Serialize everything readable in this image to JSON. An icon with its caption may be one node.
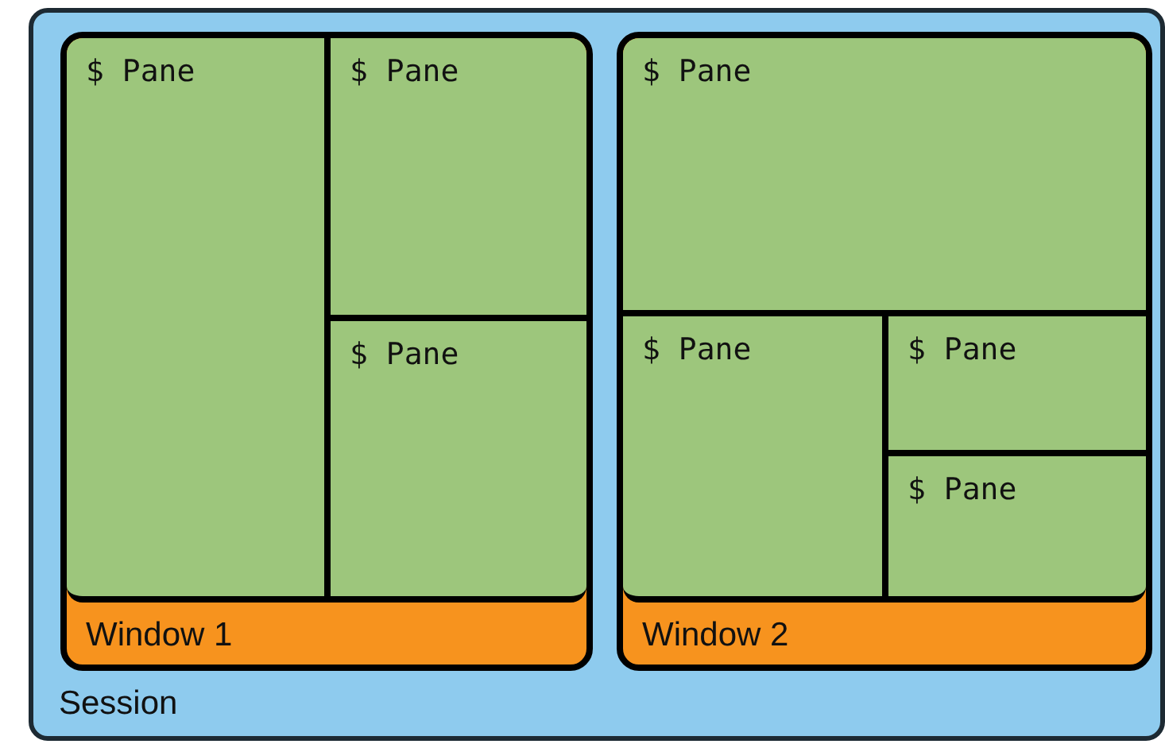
{
  "diagram": {
    "nodes": [
      {
        "text": [
          "Session"
        ]
      },
      {
        "text": [
          "Window 1"
        ],
        "in": 0
      },
      {
        "text": [
          "$ Pane"
        ],
        "in": 1
      },
      {
        "text": [
          "$ Pane"
        ],
        "in": 1
      },
      {
        "text": [
          "$ Pane"
        ],
        "in": 1
      },
      {
        "text": [
          "Window 2"
        ],
        "in": 0
      },
      {
        "text": [
          "$ Pane"
        ],
        "in": 5
      },
      {
        "text": [
          "$ Pane"
        ],
        "in": 5
      },
      {
        "text": [
          "$ Pane"
        ],
        "in": 5
      },
      {
        "text": [
          "$ Pane"
        ],
        "in": 5
      }
    ]
  }
}
